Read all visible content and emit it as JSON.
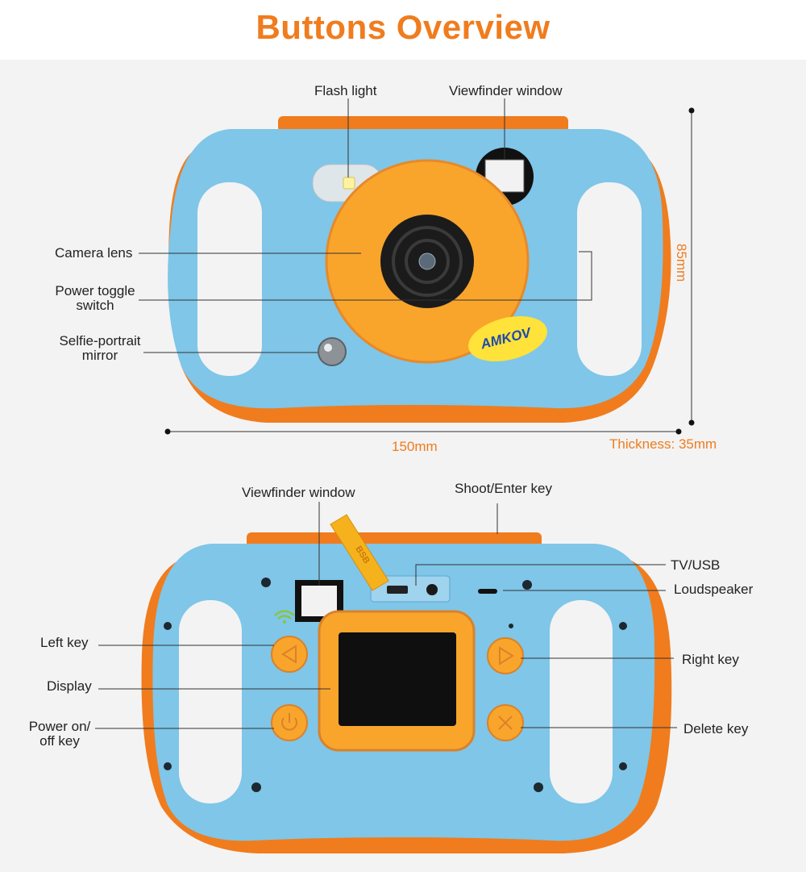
{
  "title": "Buttons Overview",
  "front": {
    "flash_light": "Flash light",
    "viewfinder_window": "Viewfinder window",
    "camera_lens": "Camera lens",
    "power_toggle_1": "Power toggle",
    "power_toggle_2": "switch",
    "selfie_1": "Selfie-portrait",
    "selfie_2": "mirror",
    "brand": "AMKOV",
    "height": "85mm",
    "width": "150mm",
    "thickness": "Thickness: 35mm"
  },
  "back": {
    "viewfinder_window": "Viewfinder window",
    "shoot_enter": "Shoot/Enter key",
    "tv_usb": "TV/USB",
    "loudspeaker": "Loudspeaker",
    "left_key": "Left key",
    "right_key": "Right key",
    "display": "Display",
    "power_1": "Power on/",
    "power_2": "off key",
    "delete_key": "Delete key",
    "strap_text": "BSB"
  },
  "colors": {
    "accent": "#f07c1e",
    "body_blue": "#7fc6e8",
    "body_orange": "#f07c1e",
    "lens_orange": "#f9a52c"
  }
}
